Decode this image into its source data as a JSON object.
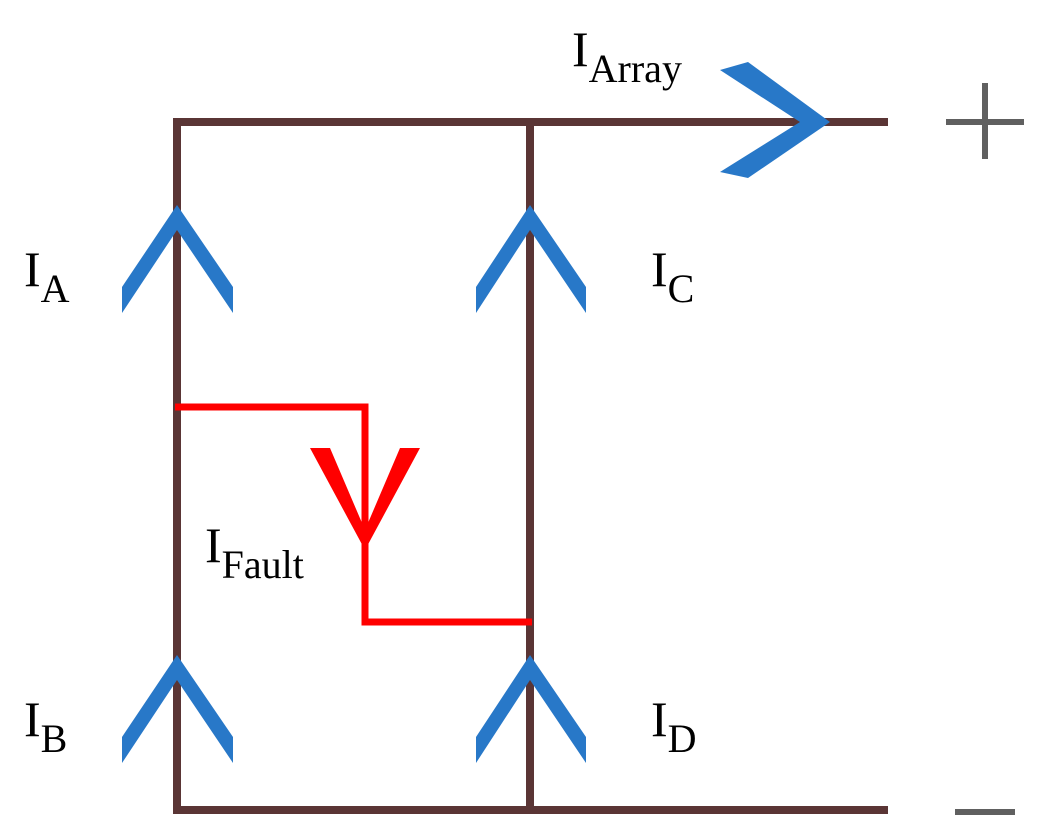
{
  "colors": {
    "wire": "#5a3535",
    "arrow": "#2878c8",
    "fault": "#ff0000",
    "terminal": "#606060",
    "text": "#000000"
  },
  "labels": {
    "i_array": {
      "main": "I",
      "sub": "Array"
    },
    "i_a": {
      "main": "I",
      "sub": "A"
    },
    "i_b": {
      "main": "I",
      "sub": "B"
    },
    "i_c": {
      "main": "I",
      "sub": "C"
    },
    "i_d": {
      "main": "I",
      "sub": "D"
    },
    "i_fault": {
      "main": "I",
      "sub": "Fault"
    }
  },
  "terminals": {
    "positive": "+",
    "negative": "−"
  }
}
